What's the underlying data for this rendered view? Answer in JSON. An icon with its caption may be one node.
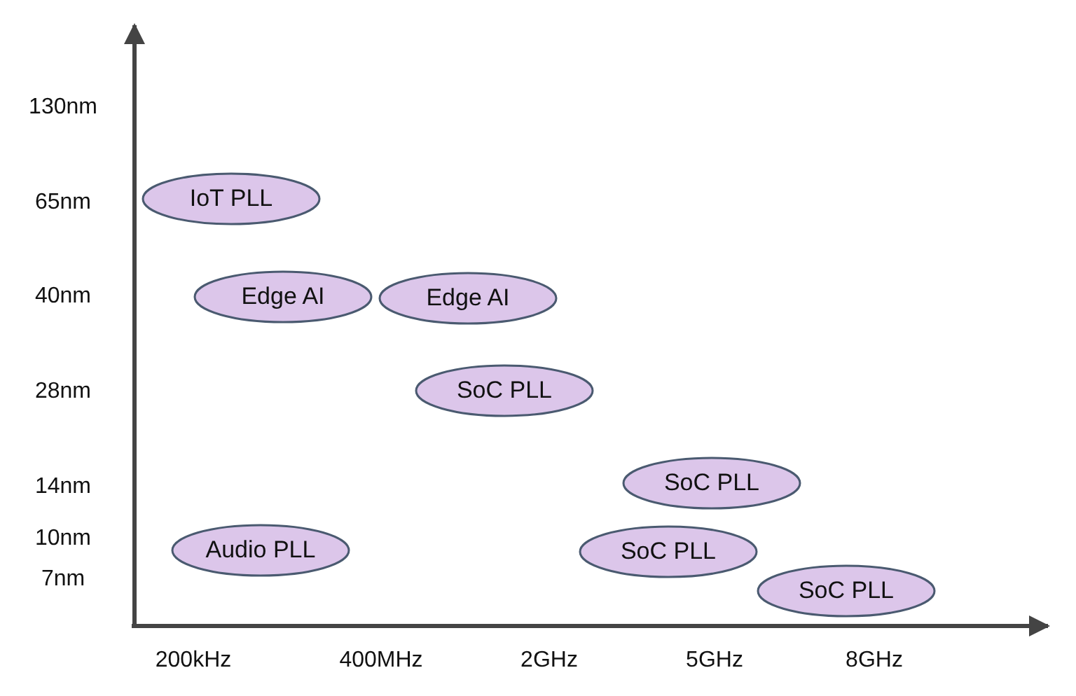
{
  "diagram": {
    "nodes": [
      {
        "text": [
          "IoT PLL"
        ]
      },
      {
        "text": [
          "Edge AI"
        ]
      },
      {
        "text": [
          "Edge AI"
        ]
      },
      {
        "text": [
          "SoC PLL"
        ]
      },
      {
        "text": [
          "SoC PLL"
        ]
      },
      {
        "text": [
          "Audio PLL"
        ]
      },
      {
        "text": [
          "SoC PLL"
        ]
      },
      {
        "text": [
          "SoC PLL"
        ]
      }
    ],
    "labels": [
      "130nm",
      "65nm",
      "40nm",
      "28nm",
      "14nm",
      "10nm",
      "7nm",
      "200kHz",
      "400MHz",
      "2GHz",
      "5GHz",
      "8GHz"
    ]
  }
}
